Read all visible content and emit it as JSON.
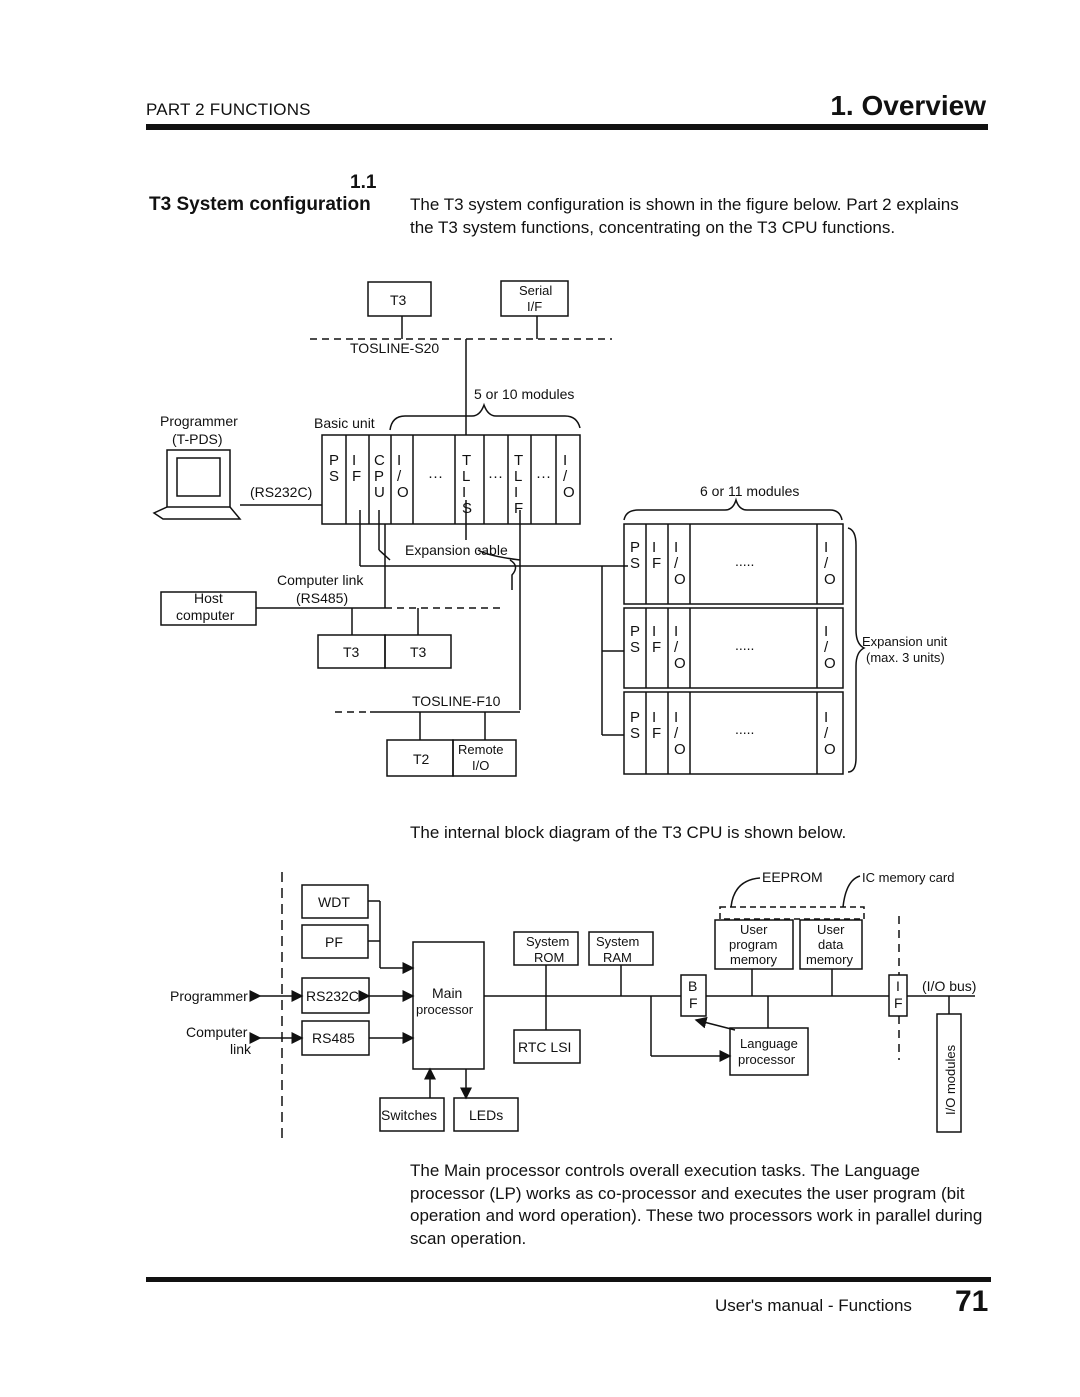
{
  "header": {
    "part": "PART 2 FUNCTIONS",
    "title": "1. Overview"
  },
  "section": {
    "number": "1.1",
    "title": "T3 System configuration",
    "intro": "The T3 system configuration is shown in the figure below. Part 2 explains the T3 system functions, concentrating on the T3 CPU functions.",
    "block_intro": "The internal block diagram of the T3 CPU is shown below.",
    "closing": "The Main processor controls overall execution tasks. The Language processor (LP) works as co-processor and executes the user program (bit operation and word operation). These two processors work in parallel during scan operation."
  },
  "config_diagram": {
    "t3_top": "T3",
    "serial_if_1": "Serial",
    "serial_if_2": "I/F",
    "tosline_s20": "TOSLINE-S20",
    "modules_5_10": "5 or 10 modules",
    "programmer_1": "Programmer",
    "programmer_2": "(T-PDS)",
    "basic_unit": "Basic unit",
    "rs232c": "(RS232C)",
    "modules_6_11": "6 or 11 modules",
    "expansion_cable": "Expansion cable",
    "computer_link_1": "Computer link",
    "computer_link_2": "(RS485)",
    "host_1": "Host",
    "host_2": "computer",
    "t3_a": "T3",
    "t3_b": "T3",
    "tosline_f10": "TOSLINE-F10",
    "t2": "T2",
    "remote_1": "Remote",
    "remote_2": "I/O",
    "expansion_unit_1": "Expansion unit",
    "expansion_unit_2": "(max. 3 units)",
    "dots": "....."
  },
  "block_diagram": {
    "wdt": "WDT",
    "pf": "PF",
    "rs232c": "RS232C",
    "rs485": "RS485",
    "main_1": "Main",
    "main_2": "processor",
    "programmer": "Programmer",
    "computer_1": "Computer",
    "computer_2": "link",
    "switches": "Switches",
    "leds": "LEDs",
    "system_rom_1": "System",
    "system_rom_2": "ROM",
    "system_ram_1": "System",
    "system_ram_2": "RAM",
    "rtc_lsi": "RTC LSI",
    "eeprom": "EEPROM",
    "ic_card": "IC memory card",
    "user_prog_1": "User",
    "user_prog_2": "program",
    "user_prog_3": "memory",
    "user_data_1": "User",
    "user_data_2": "data",
    "user_data_3": "memory",
    "bf_b": "B",
    "bf_f": "F",
    "if_i": "I",
    "if_f": "F",
    "io_bus": "(I/O bus)",
    "language_1": "Language",
    "language_2": "processor",
    "io_modules": "I/O modules"
  },
  "footer": {
    "manual": "User's manual - Functions",
    "page": "71"
  }
}
